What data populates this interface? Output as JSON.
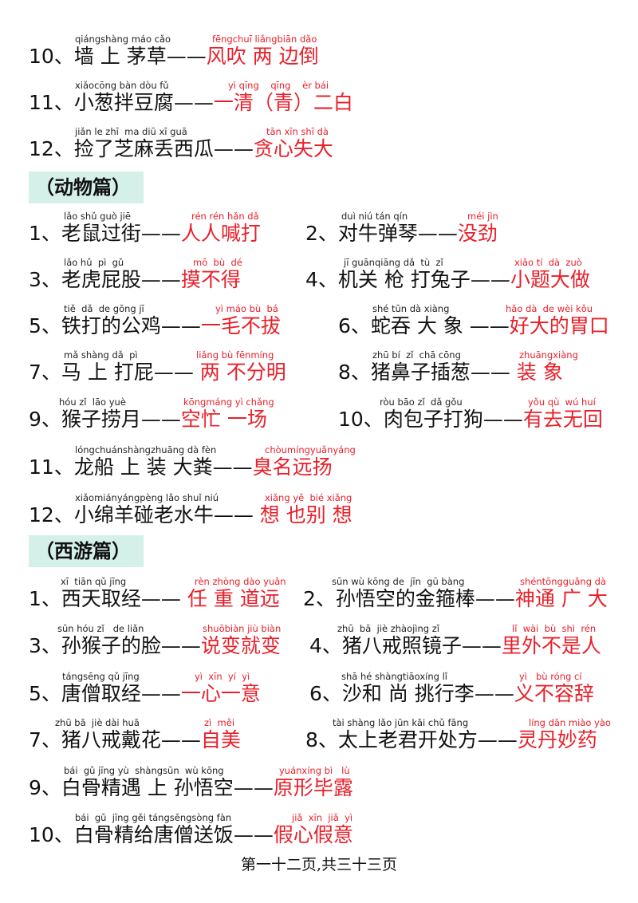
{
  "colors": {
    "answer": "#e8202a",
    "section_bg": "#d5efe9",
    "text": "#111111"
  },
  "top": [
    {
      "py": "qiángshàng máo cǎo",
      "pya": "fēngchuī liǎngbiān dǎo",
      "num": "10、",
      "phrase": "墙 上 茅草",
      "dash": "——",
      "ans": "风吹 两 边倒"
    },
    {
      "py": "xiǎocōng bàn dòu fǔ",
      "pya": "yì qīng    qīng    èr bái",
      "num": "11、",
      "phrase": "小葱拌豆腐",
      "dash": "——",
      "ans": "一清（青）二白"
    },
    {
      "py": "jiǎn le zhī  ma diū xī guā",
      "pya": "tān xīn shī dà",
      "num": "12、",
      "phrase": "捡了芝麻丢西瓜",
      "dash": "——",
      "ans": "贪心失大"
    }
  ],
  "sections": {
    "animals": "（动物篇）",
    "journey": "（西游篇）"
  },
  "animals": [
    {
      "py": "lǎo shǔ guò jiē",
      "pya": "rén rén hǎn dǎ",
      "num": "1、",
      "phrase": "老鼠过街",
      "dash": "——",
      "ans": "人人喊打"
    },
    {
      "py": "duì niú tán qín",
      "pya": "méi jìn",
      "num": "2、",
      "phrase": "对牛弹琴",
      "dash": "——",
      "ans": "没劲"
    },
    {
      "py": "lǎo hǔ  pì  gǔ",
      "pya": "mō  bù  dé",
      "num": "3、",
      "phrase": "老虎屁股",
      "dash": "——",
      "ans": "摸不得"
    },
    {
      "py": "jī guānqiāng dǎ  tù  zǐ",
      "pya": "xiǎo tí  dà  zuò",
      "num": "4、",
      "phrase": "机关 枪 打兔子",
      "dash": "——",
      "ans": "小题大做"
    },
    {
      "py": "tiě  dǎ  de gōng jī",
      "pya": "yì máo bù  bá",
      "num": "5、",
      "phrase": "铁打的公鸡",
      "dash": "——",
      "ans": "一毛不拔"
    },
    {
      "py": "shé tūn dà xiàng",
      "pya": "hǎo dà  de wèi kǒu",
      "num": "6、",
      "phrase": "蛇吞 大 象 ",
      "dash": "——",
      "ans": "好大的胃口"
    },
    {
      "py": "mǎ shàng dǎ  pì",
      "pya": "liǎng bù fēnmíng",
      "num": "7、",
      "phrase": "马 上 打屁",
      "dash": "——",
      "ans": " 两 不分明"
    },
    {
      "py": "zhū bí  zǐ  chā cōng",
      "pya": "zhuāngxiàng",
      "num": "8、",
      "phrase": "猪鼻子插葱",
      "dash": "—— ",
      "ans": "装  象"
    },
    {
      "py": "hóu zǐ  lāo yuè",
      "pya": "kōngmáng yì chǎng",
      "num": "9、",
      "phrase": "猴子捞月",
      "dash": "——",
      "ans": "空忙 一场"
    },
    {
      "py": "ròu bāo zǐ  dǎ gǒu",
      "pya": "yǒu qù  wú huí",
      "num": "10、",
      "phrase": "肉包子打狗",
      "dash": "——",
      "ans": "有去无回"
    },
    {
      "py": "lóngchuánshàngzhuāng dà fèn",
      "pya": "chòumíngyuǎnyáng",
      "num": "11、",
      "phrase": "龙船 上  装 大粪",
      "dash": "——",
      "ans": "臭名远扬"
    },
    {
      "py": "xiǎomiányángpèng lǎo shuǐ niú",
      "pya": "xiǎng yě  bié xiǎng",
      "num": "12、",
      "phrase": "小绵羊碰老水牛",
      "dash": "——",
      "ans": " 想 也别 想"
    }
  ],
  "journey": [
    {
      "py": "xī  tiān qǔ jīng",
      "pya": "rèn zhòng dào yuǎn",
      "num": "1、",
      "phrase": "西天取经",
      "dash": "——  ",
      "ans": "任 重 道远"
    },
    {
      "py": "sūn wù kōng de  jīn  gū bàng",
      "pya": "shéntōngguǎng dà",
      "num": "2、",
      "phrase": "孙悟空的金箍棒",
      "dash": "——",
      "ans": "神通 广 大"
    },
    {
      "py": "sūn hóu zǐ   de liǎn",
      "pya": "shuōbiàn jiù biàn",
      "num": "3、",
      "phrase": "孙猴子的脸",
      "dash": "——",
      "ans": "说变就变"
    },
    {
      "py": "zhū  bā  jiè zhàojìng zǐ",
      "pya": "lǐ  wài  bù  shì  rén",
      "num": "4、",
      "phrase": "猪八戒照镜子",
      "dash": "——",
      "ans": "里外不是人"
    },
    {
      "py": "tángsēng qǔ jīng",
      "pya": "yì  xīn  yí  yì",
      "num": "5、",
      "phrase": "唐僧取经",
      "dash": "——",
      "ans": "一心一意"
    },
    {
      "py": "shā hé shàngtiāoxíng lǐ",
      "pya": "yì   bù róng cí",
      "num": "6、",
      "phrase": "沙和 尚 挑行李",
      "dash": "——",
      "ans": "义不容辞"
    },
    {
      "py": "zhū bā  jiè dài huā",
      "pya": "zì  měi",
      "num": "7、",
      "phrase": "猪八戒戴花",
      "dash": "——",
      "ans": "自美"
    },
    {
      "py": "tài shàng lǎo jūn kāi chǔ fāng",
      "pya": "líng dān miào yào",
      "num": "8、",
      "phrase": "太上老君开处方",
      "dash": "——",
      "ans": "灵丹妙药"
    },
    {
      "py": "bái  gǔ jīng yù  shàngsūn  wù kōng",
      "pya": "yuánxíng bì   lù",
      "num": "9、",
      "phrase": "白骨精遇 上 孙悟空",
      "dash": "——",
      "ans": "原形毕露"
    },
    {
      "py": "bái  gǔ  jīng gěi tángsēngsòng fàn",
      "pya": "jiǎ  xīn  jiǎ  yì",
      "num": "10、",
      "phrase": "白骨精给唐僧送饭",
      "dash": "——",
      "ans": "假心假意"
    }
  ],
  "footer": "第一十二页,共三十三页"
}
